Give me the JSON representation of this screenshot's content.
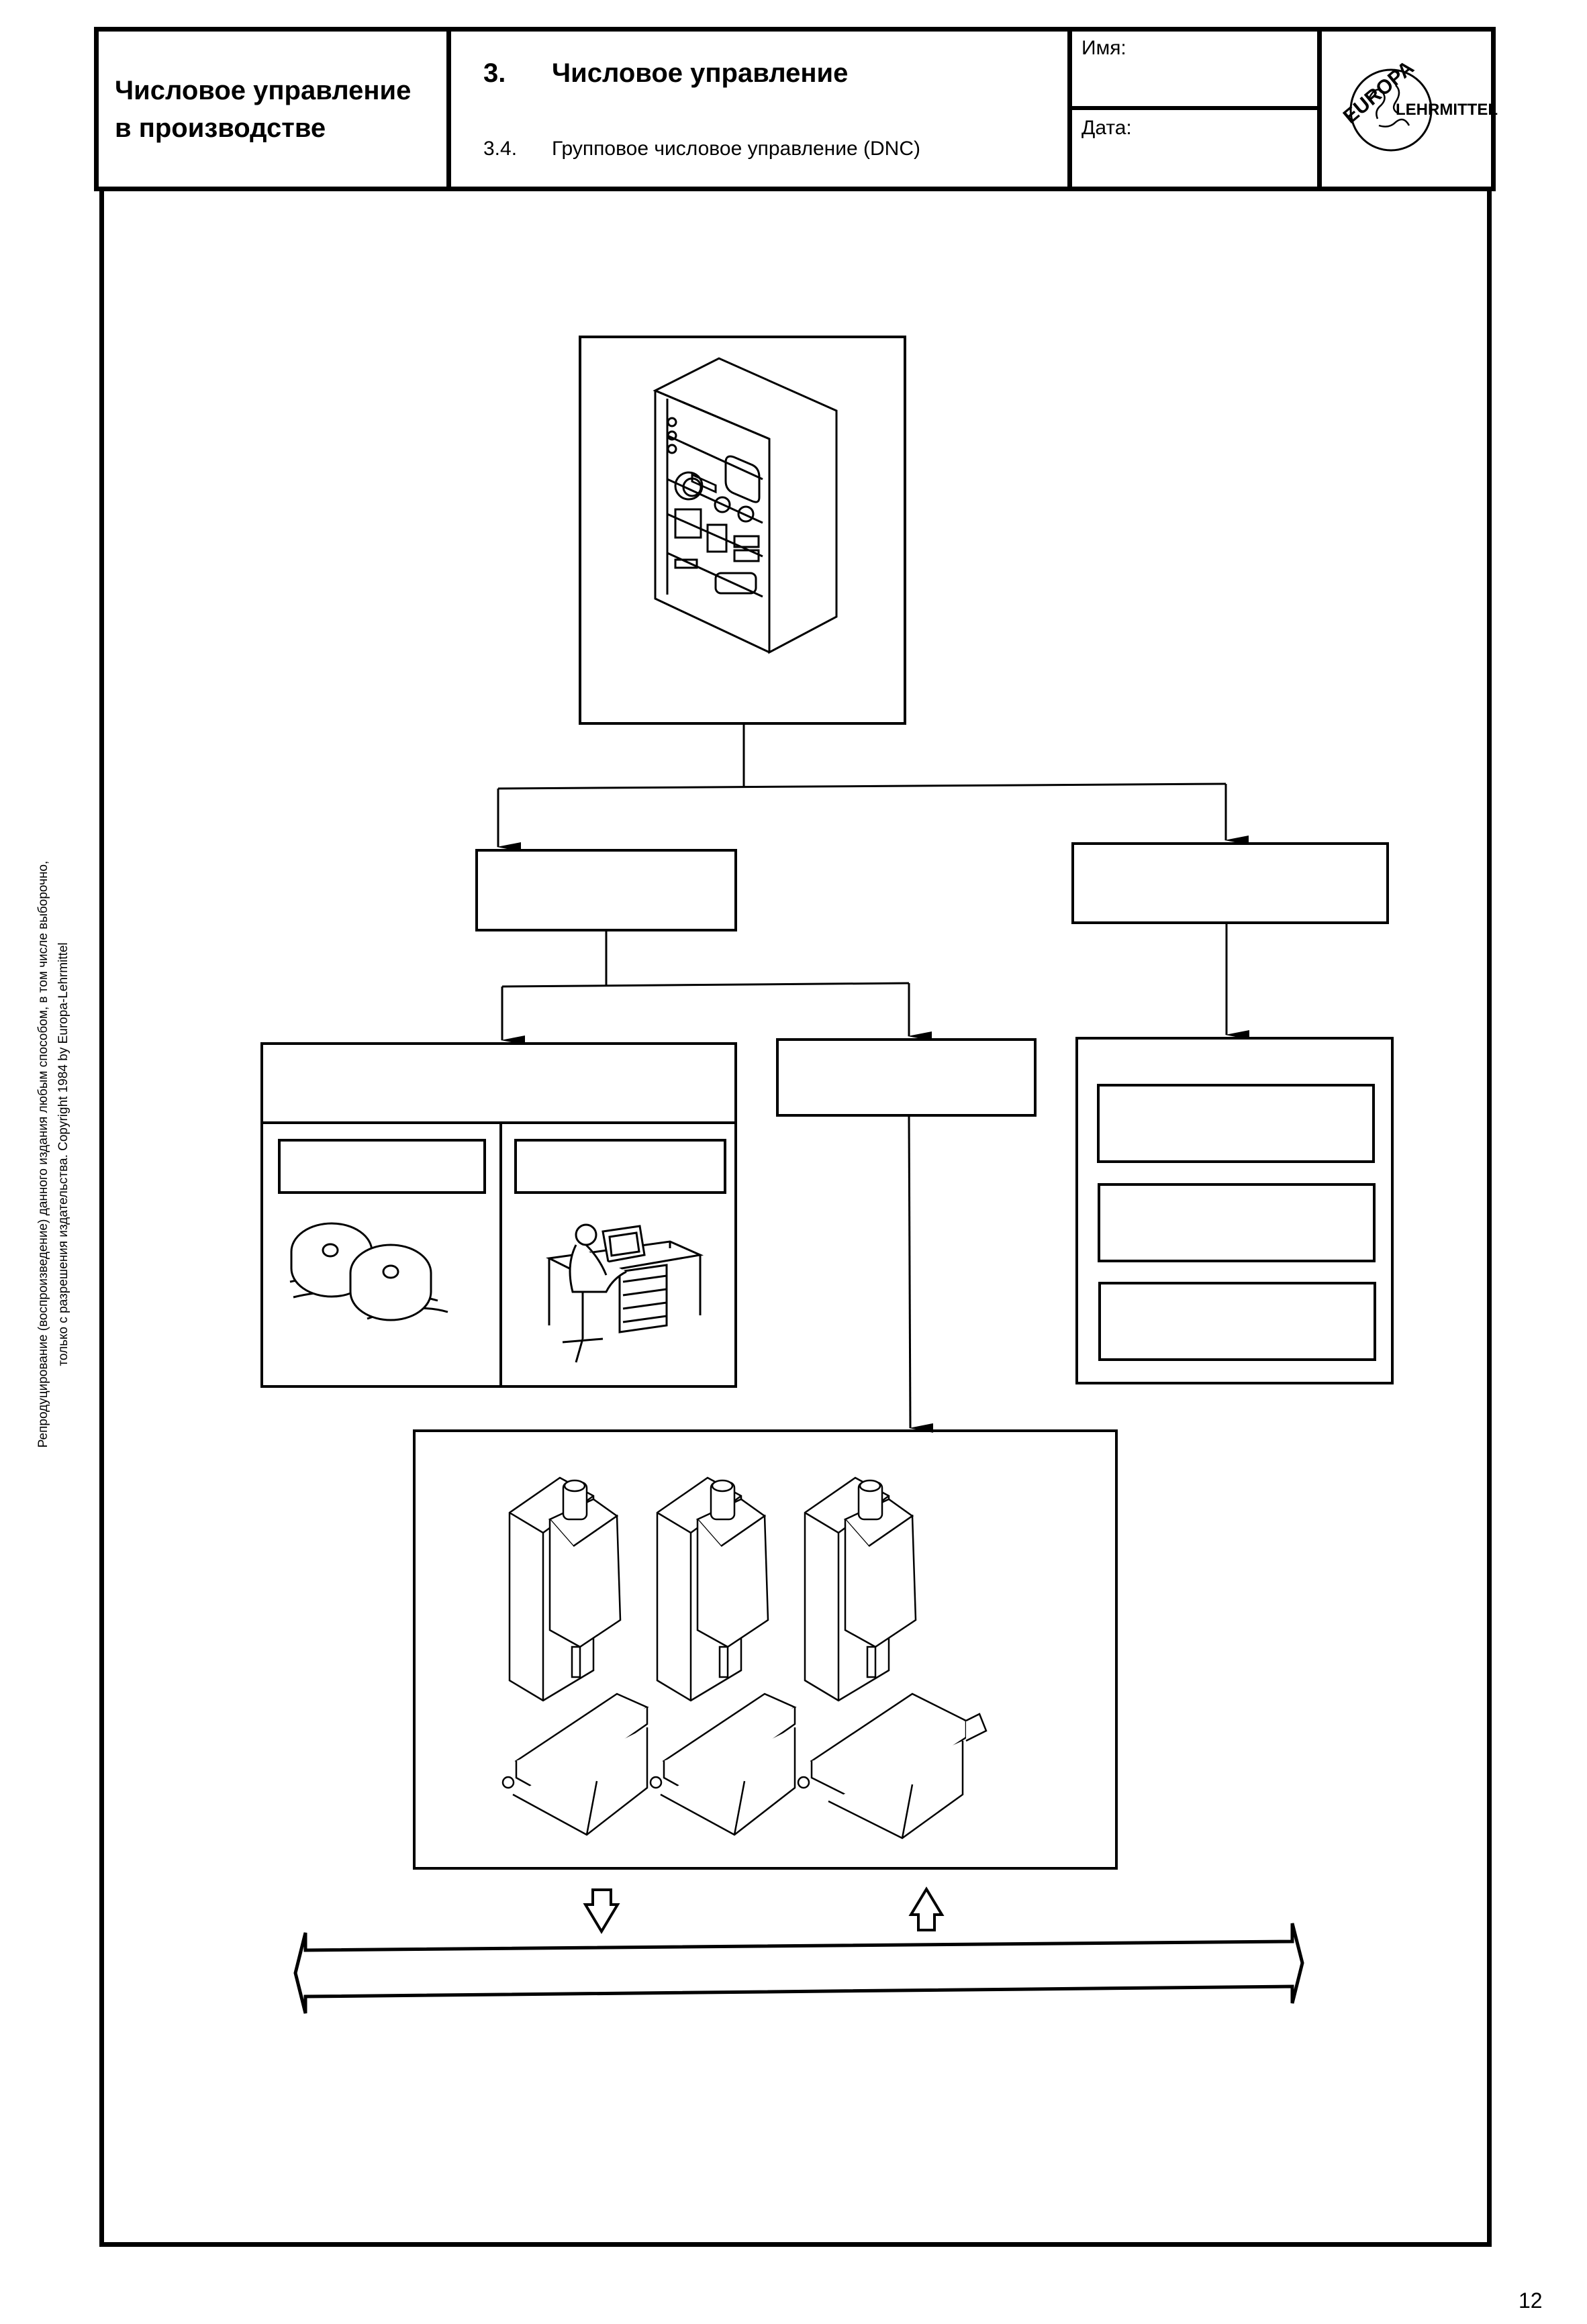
{
  "header": {
    "subject_line1": "Числовое управление",
    "subject_line2": "в производстве",
    "chapter_number": "3.",
    "chapter_title": "Числовое управление",
    "section_number": "3.4.",
    "section_title": "Групповое числовое управление (DNC)",
    "name_label": "Имя:",
    "date_label": "Дата:",
    "logo": {
      "icon": "europa-lehrmittel-globe-logo",
      "arc_text": "EUROPA",
      "side_text": "LEHRMITTEL"
    }
  },
  "sidebar_copyright": {
    "line1": "Репродуцирование (воспроизведение) данного издания любым способом, в том числе выборочно,",
    "line2": "только с разрешения издательства. Copyright 1984 by Europa-Lehrmittel"
  },
  "diagram": {
    "top_box": {
      "icon": "cnc-control-cabinet-icon",
      "label": ""
    },
    "level1_left_box": {
      "label": ""
    },
    "level1_right_box": {
      "label": ""
    },
    "level2_left_group": {
      "header_label": "",
      "left_panel": {
        "label": "",
        "icon": "punched-tape-reels-icon"
      },
      "right_panel": {
        "label": "",
        "icon": "operator-at-terminal-icon"
      }
    },
    "level2_middle_box": {
      "label": ""
    },
    "level2_right_group": {
      "items": [
        "",
        "",
        ""
      ]
    },
    "machines_box": {
      "icon": "three-milling-machines-icon",
      "count": 3
    },
    "io_arrows": {
      "down": "down-hollow-arrow-icon",
      "up": "up-hollow-arrow-icon"
    },
    "bus": {
      "icon": "double-headed-bus-arrow-icon",
      "label": ""
    }
  },
  "footer": {
    "page_number": "12"
  }
}
